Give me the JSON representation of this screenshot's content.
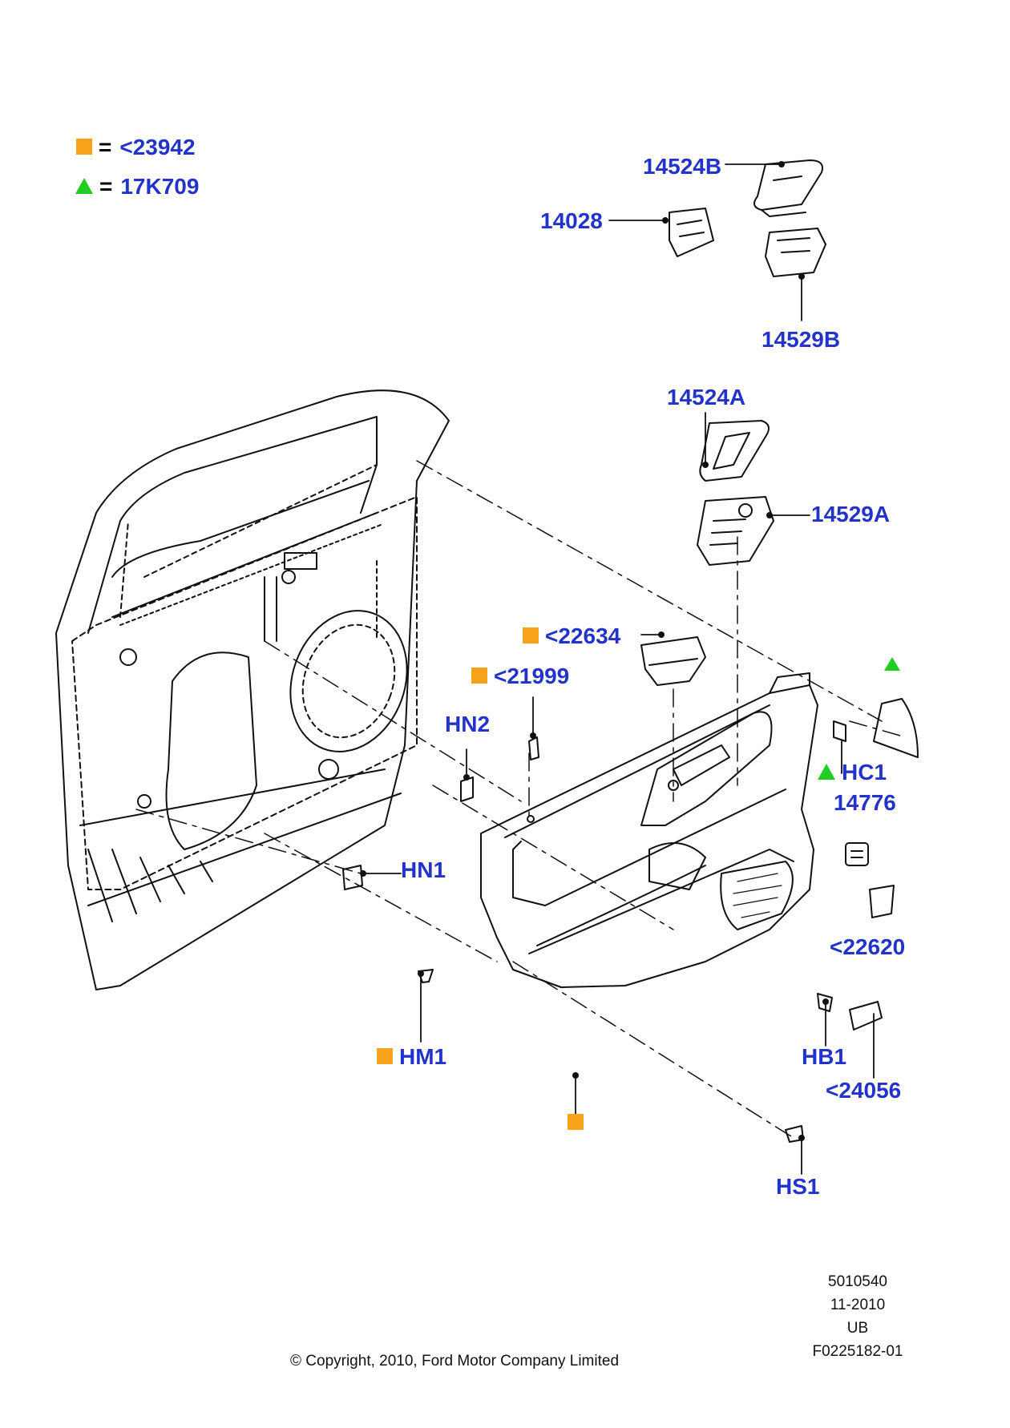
{
  "legend": [
    {
      "marker": "orange-square",
      "equals": "=",
      "text": "<23942"
    },
    {
      "marker": "green-triangle",
      "equals": "=",
      "text": "17K709"
    }
  ],
  "colors": {
    "label": "#2233cc",
    "orange_marker": "#f7a21b",
    "green_marker": "#22cc22",
    "line": "#111111"
  },
  "callouts": {
    "p14524B": "14524B",
    "p14028": "14028",
    "p14529B": "14529B",
    "p14524A": "14524A",
    "p14529A": "14529A",
    "p22634": "<22634",
    "p21999": "<21999",
    "pHN2": "HN2",
    "pHC1": "HC1",
    "p14776": "14776",
    "pHN1": "HN1",
    "p22620": "<22620",
    "pHM1": "HM1",
    "pHB1": "HB1",
    "p24056": "<24056",
    "pHS1": "HS1"
  },
  "info": {
    "line1": "5010540",
    "line2": "11-2010",
    "line3": "UB",
    "line4": "F0225182-01"
  },
  "copyright": "© Copyright, 2010, Ford Motor Company Limited"
}
